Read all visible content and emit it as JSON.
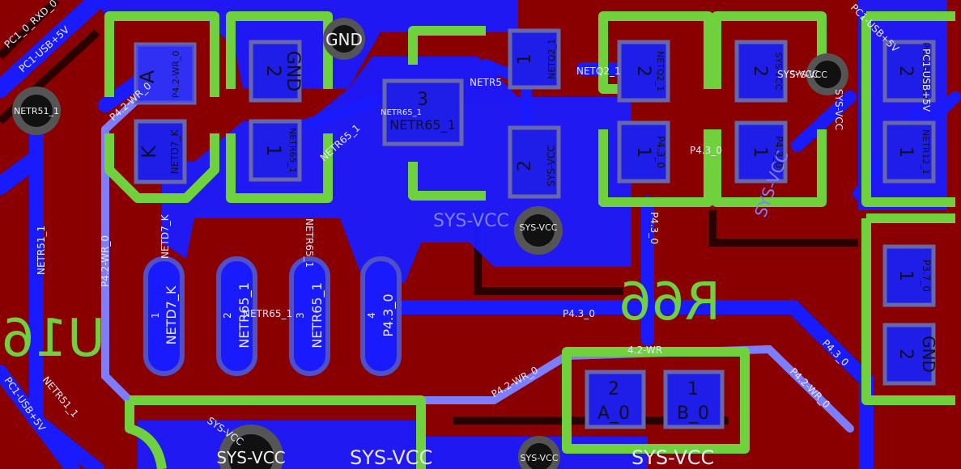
{
  "colors": {
    "board": "#8a0000",
    "copper_top": "#1a1aff",
    "silkscreen": "#6fd13c",
    "trace_light": "#7d7dff",
    "pad": "#1e1ee8",
    "via_ring": "#555555",
    "via_hole": "#111111"
  },
  "designators": {
    "u16": "U16",
    "r66": "R66"
  },
  "vias": {
    "gnd": "GND",
    "netr51_1": "NETR51_1",
    "sys_vcc": "SYS-VCC"
  },
  "pads": {
    "d_a": "A",
    "d_k": "K",
    "d_pin_a_net": "P4.2-WR_0",
    "d_pin_k_net": "NETD7_K",
    "gnd_pin2": "2",
    "gnd_pin2_net": "GND",
    "r65_pin1": "1",
    "r65_pin1_net": "NETR65_1",
    "q2_pin1": "1",
    "q2_pin1_net": "NETQ2_1",
    "q2_pin2": "2",
    "q2_pin2_net": "SYS-VCC",
    "q2_pin3": "3",
    "q2_pin3_net": "NETR65_1",
    "r_top_pin2": "2",
    "r_top_pin2_net": "NETQ2_1",
    "r_top_pin1": "1",
    "r_top_pin1_net": "P4.3_0",
    "r_mid_pin2": "2",
    "r_mid_pin2_net": "SYS-VCC",
    "r_mid_pin1": "1",
    "r_mid_pin1_net": "P4.3_0",
    "r_right_pin2": "2",
    "r_right_pin2_net": "PC1-USB+5V",
    "r_right_pin1": "1",
    "r_right_pin1_net": "NETR12_1",
    "r_far_pin1": "1",
    "r_far_pin1_net": "P3.7_0",
    "r_far_pin2": "2",
    "r_far_pin2_net": "GND",
    "u16_pin1": "1",
    "u16_pin1_net": "NETD7_K",
    "u16_pin2": "2",
    "u16_pin2_net": "NETR65_1",
    "u16_pin3": "3",
    "u16_pin3_net": "NETR65_1",
    "u16_pin4": "4",
    "u16_pin4_net": "P4.3_0",
    "r66_pin2": "2",
    "r66_pin2_net": "A_0",
    "r66_pin1": "1",
    "r66_pin1_net": "B_0"
  },
  "trace_labels": {
    "rxd": "PC1_0_RXD_0",
    "usb_left_top": "PC1-USB+5V",
    "usb_left_bottom": "PC1-USB+5V",
    "netr51_vertical": "NETR51_1",
    "netr51_diag": "NETR51_1",
    "p42_vertical": "P4.2-WR_0",
    "p42_diag_a": "P4.2-WR_0",
    "p42_bottom": "P4.2-WR_0",
    "p42_right": "P4.2-WR_0",
    "p42_top_short": "4.2-WR",
    "netd7_vertical": "NETD7_K",
    "netr65_diag": "NETR65_1",
    "netr65_horiz": "NETR65_1",
    "netr65_vert": "NETR65_1",
    "netr65_small": "NETR65_1",
    "netr5_short": "NETR5",
    "netq2_top": "NETQ2_1",
    "p43_horiz": "P4.3_0",
    "p43_vert": "P4.3_0",
    "p43_right": "P4.3_0",
    "p43_short": "P4.3_0",
    "sysvcc_vert": "SYS-VCC",
    "sysvcc_right": "SYS-VCC",
    "sysvcc_diag": "SYS-VCC",
    "usb_right": "PC1-USB+5V",
    "usb_right_diag": "PC1-USB+5V",
    "sysvcc_pour_a": "SYS-VCC",
    "sysvcc_pour_b": "SYS-VCC",
    "sysvcc_pour_c": "SYS-VCC",
    "sysvcc_pour_d": "SYS-VCC"
  }
}
